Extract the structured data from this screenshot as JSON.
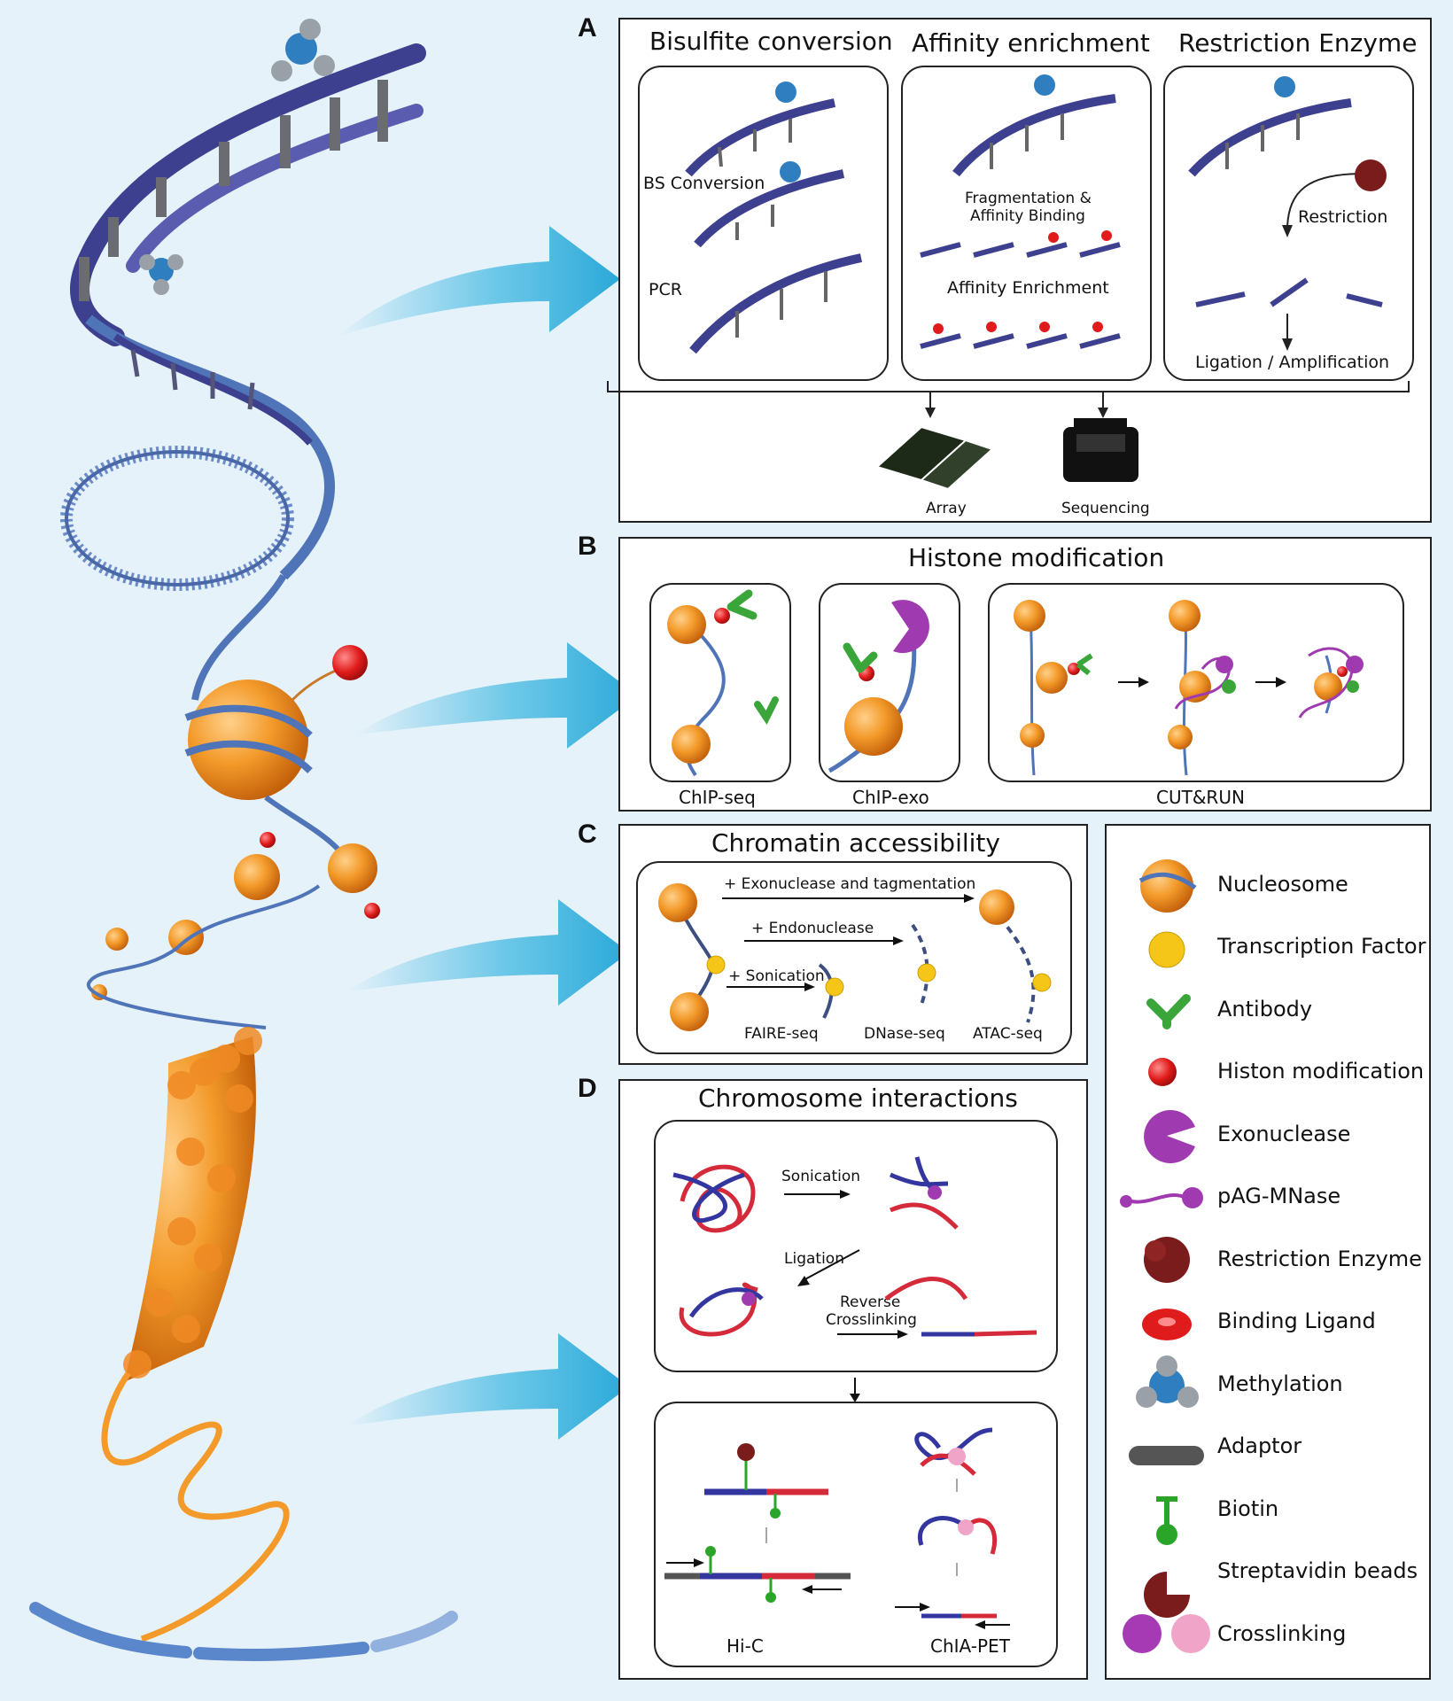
{
  "panelA": {
    "letter": "A",
    "sections": [
      {
        "title": "Bisulfite conversion",
        "steps": [
          "BS Conversion",
          "PCR"
        ]
      },
      {
        "title": "Affinity enrichment",
        "steps": [
          "Fragmentation &",
          "Affinity Binding",
          "Affinity Enrichment"
        ]
      },
      {
        "title": "Restriction Enzyme",
        "steps": [
          "Restriction",
          "Ligation / Amplification"
        ]
      }
    ],
    "outputs": [
      "Array",
      "Sequencing"
    ]
  },
  "panelB": {
    "letter": "B",
    "title": "Histone modification",
    "methods": [
      "ChIP-seq",
      "ChIP-exo",
      "CUT&RUN"
    ]
  },
  "panelC": {
    "letter": "C",
    "title": "Chromatin accessibility",
    "steps": [
      "+ Exonuclease and  tagmentation",
      "+ Endonuclease",
      "+ Sonication"
    ],
    "methods": [
      "FAIRE-seq",
      "DNase-seq",
      "ATAC-seq"
    ]
  },
  "panelD": {
    "letter": "D",
    "title": "Chromosome interactions",
    "steps": [
      "Sonication",
      "Ligation",
      "Reverse",
      "Crosslinking"
    ],
    "methods": [
      "Hi-C",
      "ChIA-PET"
    ]
  },
  "legend": [
    {
      "label": "Nucleosome",
      "icon": "nucleosome-icon",
      "color": "#f08a24"
    },
    {
      "label": "Transcription Factor",
      "icon": "transcription-factor-icon",
      "color": "#f5c518"
    },
    {
      "label": "Antibody",
      "icon": "antibody-icon",
      "color": "#3aa63a"
    },
    {
      "label": "Histon modification",
      "icon": "histone-modification-icon",
      "color": "#e01b1b"
    },
    {
      "label": "Exonuclease",
      "icon": "exonuclease-icon",
      "color": "#a03ab0"
    },
    {
      "label": "pAG-MNase",
      "icon": "pag-mnase-icon",
      "color": "#a03ab0"
    },
    {
      "label": "Restriction Enzyme",
      "icon": "restriction-enzyme-icon",
      "color": "#7a1c1c"
    },
    {
      "label": "Binding Ligand",
      "icon": "binding-ligand-icon",
      "color": "#e01b1b"
    },
    {
      "label": "Methylation",
      "icon": "methylation-icon",
      "color": "#2f7fc0"
    },
    {
      "label": "Adaptor",
      "icon": "adaptor-icon",
      "color": "#555555"
    },
    {
      "label": "Biotin",
      "icon": "biotin-icon",
      "color": "#2aa52a"
    },
    {
      "label": "Streptavidin beads",
      "icon": "streptavidin-beads-icon",
      "color": "#7a1c1c"
    },
    {
      "label": "Crosslinking",
      "icon": "crosslinking-icon",
      "color": "#a63ab5"
    }
  ],
  "colors": {
    "background": "#e6f2fa",
    "arrow": "#3ab6e0",
    "dna": "#3d3f8f",
    "nucleosome": "#f08a24",
    "chromatin_fiber": "#f39a2a"
  }
}
